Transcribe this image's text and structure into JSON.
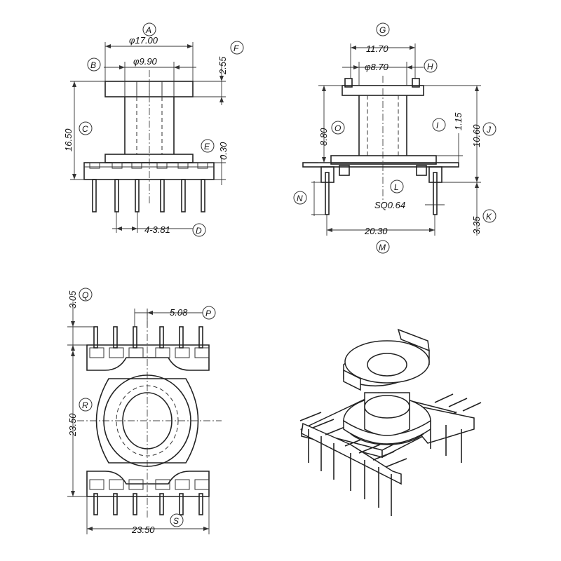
{
  "dims": {
    "A": "A",
    "B": "B",
    "C": "C",
    "D": "D",
    "E": "E",
    "F": "F",
    "G": "G",
    "H": "H",
    "I": "I",
    "J": "J",
    "K": "K",
    "L": "L",
    "M": "M",
    "N": "N",
    "O": "O",
    "P": "P",
    "Q": "Q",
    "R": "R",
    "S": "S",
    "v17": "φ17.00",
    "v990": "φ9.90",
    "v255": "2.55",
    "v1650": "16.50",
    "v030": "0.30",
    "v381": "4-3.81",
    "v1170": "11.70",
    "v870": "φ8.70",
    "v880": "8.80",
    "v115": "1.15",
    "v1060": "10.60",
    "vsq": "SQ0.64",
    "v335": "3.35",
    "v2030": "20.30",
    "v305": "3.05",
    "v508": "5.08",
    "v2350a": "23.50",
    "v2350b": "23.50"
  }
}
